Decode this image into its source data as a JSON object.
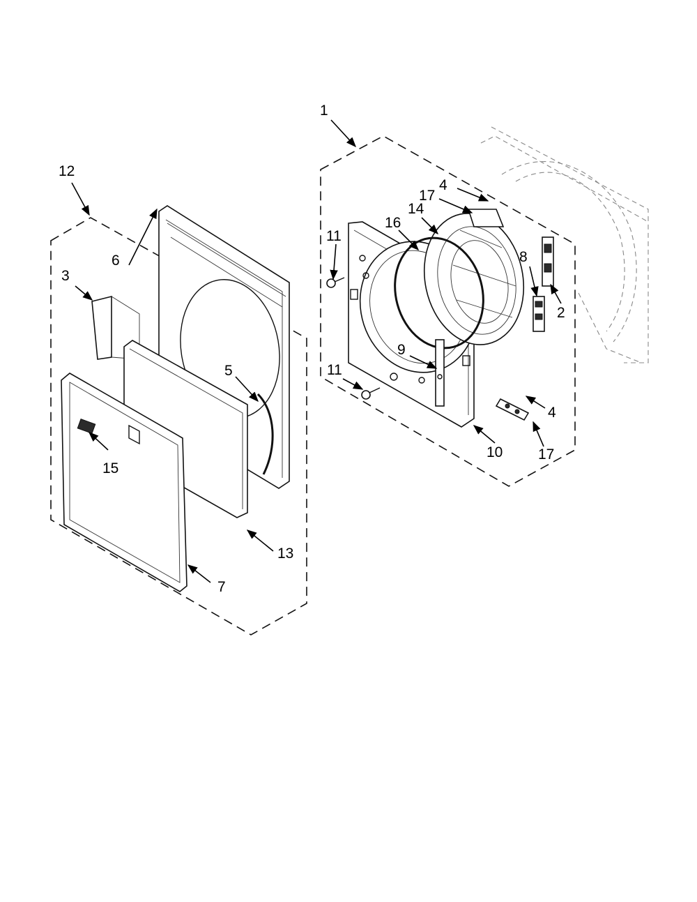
{
  "callouts": {
    "c1": "1",
    "c2": "2",
    "c3": "3",
    "c4a": "4",
    "c4b": "4",
    "c5": "5",
    "c6": "6",
    "c7": "7",
    "c8": "8",
    "c9": "9",
    "c10": "10",
    "c11a": "11",
    "c11b": "11",
    "c12": "12",
    "c13": "13",
    "c14": "14",
    "c15": "15",
    "c16": "16",
    "c17a": "17",
    "c17b": "17"
  },
  "colors": {
    "line": "#111111",
    "background": "#ffffff"
  }
}
